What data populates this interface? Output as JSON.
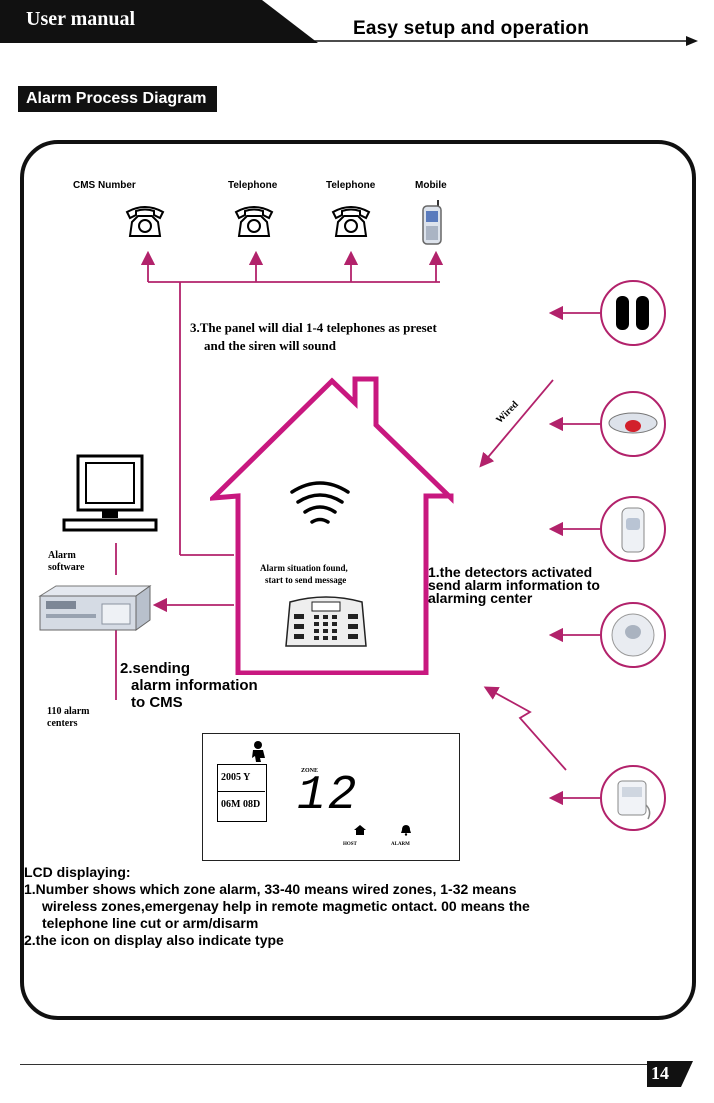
{
  "header": {
    "manual_label": "User manual",
    "tagline": "Easy setup and operation"
  },
  "section_title": "Alarm Process Diagram",
  "destinations": [
    {
      "label": "CMS Number",
      "icon": "telephone-icon"
    },
    {
      "label": "Telephone",
      "icon": "telephone-icon"
    },
    {
      "label": "Telephone",
      "icon": "telephone-icon"
    },
    {
      "label": "Mobile",
      "icon": "mobile-phone-icon"
    }
  ],
  "step3": {
    "line1": "3.The panel will dial 1-4 telephones as preset",
    "line2": "and the siren will sound"
  },
  "wired_label": "Wired",
  "house_caption": {
    "line1": "Alarm situation found,",
    "line2": "start to send message"
  },
  "step1": {
    "line1": "1.the detectors activated",
    "line2": "send alarm information to",
    "line3": "alarming center"
  },
  "step2": {
    "line1": "2.sending",
    "line2": "alarm information",
    "line3": "to CMS"
  },
  "alarm_software": {
    "line1": "Alarm",
    "line2": "software"
  },
  "alarm_center": {
    "line1": "110 alarm",
    "line2": "centers"
  },
  "lcd": {
    "year": "2005 Y",
    "date": "06M 08D",
    "zone_label": "ZONE",
    "zone_number": "12",
    "icon1_label": "HOST",
    "icon2_label": "ALARM"
  },
  "lcd_notes": {
    "heading": "LCD displaying:",
    "note1_line1": "1.Number shows which zone alarm, 33-40 means wired zones, 1-32 means",
    "note1_line2": "wireless zones,emergenay help in remote magmetic ontact. 00 means the",
    "note1_line3": "telephone line cut or arm/disarm",
    "note2": "2.the icon on display also indicate type"
  },
  "detectors": [
    {
      "icon": "beam-detector-icon"
    },
    {
      "icon": "siren-strobe-icon"
    },
    {
      "icon": "pir-detector-icon"
    },
    {
      "icon": "smoke-detector-icon"
    },
    {
      "icon": "gas-detector-icon"
    }
  ],
  "page_number": "14",
  "colors": {
    "accent": "#b2226b",
    "house": "#c8187f",
    "dark": "#111111"
  }
}
